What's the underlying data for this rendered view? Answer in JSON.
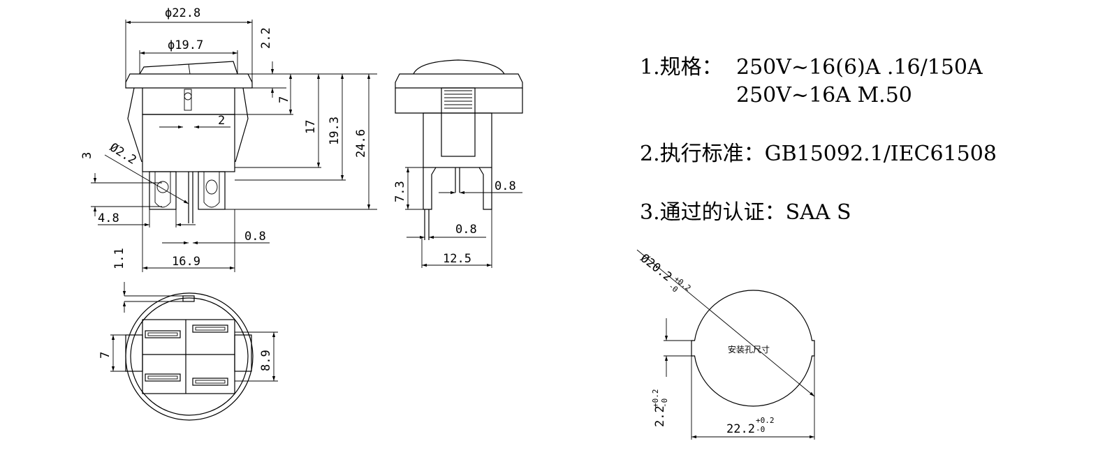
{
  "front_view": {
    "dims": {
      "d_outer": "ϕ22.8",
      "d_inner": "ϕ19.7",
      "top_2_2": "2.2",
      "h_7": "7",
      "h_17": "17",
      "h_19_3": "19.3",
      "h_24_6": "24.6",
      "w_2": "2",
      "hole_2_2": "Ø2.2",
      "v_3": "3",
      "w_4_8": "4.8",
      "w_0_8": "0.8",
      "w_16_9": "16.9"
    }
  },
  "side_view": {
    "dims": {
      "h_7_3": "7.3",
      "w_0_8_a": "0.8",
      "w_0_8_b": "0.8",
      "w_12_5": "12.5"
    }
  },
  "bottom_view": {
    "dims": {
      "v_1_1": "1.1",
      "h_7": "7",
      "h_8_9": "8.9"
    }
  },
  "specs": {
    "line1_label": "1.规格：",
    "line1_value": "250V~16(6)A .16/150A",
    "line1_value2": "250V~16A M.50",
    "line2": "2.执行标准：GB15092.1/IEC61508",
    "line3": "3.通过的认证：SAA  S"
  },
  "cutout": {
    "diameter": "Ø20.2",
    "diameter_tol_plus": "+0.2",
    "diameter_tol_minus": "-0",
    "label": "安装孔尺寸",
    "width": "22.2",
    "width_tol_plus": "+0.2",
    "width_tol_minus": "-0",
    "notch": "2.2",
    "notch_tol_plus": "+0.2",
    "notch_tol_minus": "-0"
  }
}
